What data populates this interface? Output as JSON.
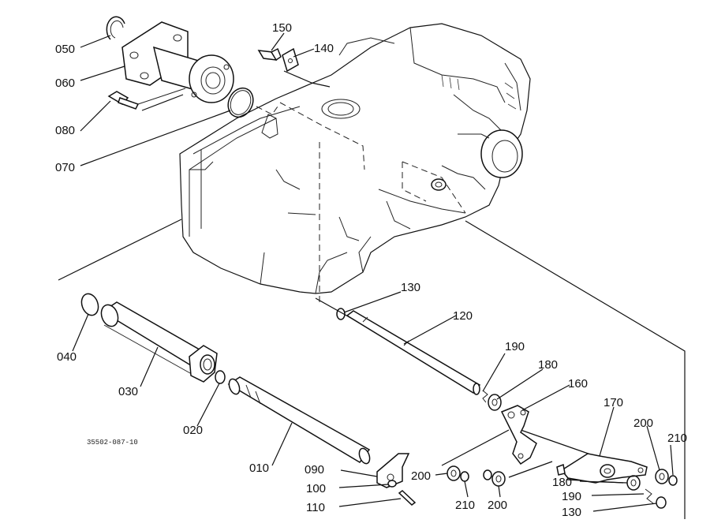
{
  "drawing_code": "35502-087-10",
  "labels": {
    "l050": "050",
    "l060": "060",
    "l080": "080",
    "l070": "070",
    "l150": "150",
    "l140": "140",
    "l040": "040",
    "l030": "030",
    "l020": "020",
    "l010": "010",
    "l130a": "130",
    "l120": "120",
    "l190a": "190",
    "l180a": "180",
    "l160": "160",
    "l170": "170",
    "l200a": "200",
    "l210a": "210",
    "l090": "090",
    "l100": "100",
    "l110": "110",
    "l200b": "200",
    "l210b": "210",
    "l200c": "200",
    "l180b": "180",
    "l190b": "190",
    "l130b": "130"
  }
}
